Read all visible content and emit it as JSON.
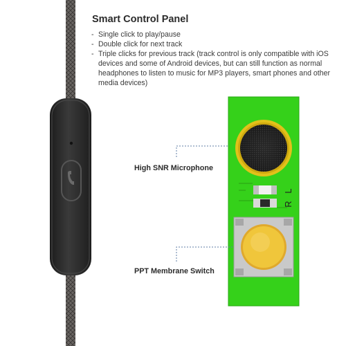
{
  "panel": {
    "title": "Smart Control Panel",
    "items": [
      "Single click to play/pause",
      "Double click for next track",
      "Triple clicks for previous track (track control is only compatible with iOS devices and some of Android devices, but can still function as normal headphones to listen to music for MP3 players, smart phones and other media devices)"
    ]
  },
  "callouts": {
    "microphone": "High SNR Microphone",
    "switch": "PPT Membrane Switch"
  },
  "board_markings": {
    "left": "L",
    "right": "R"
  },
  "colors": {
    "pcb_green": "#35d11a",
    "cable": "#6e6a68",
    "remote_body": "#2a2a2a",
    "switch_yellow": "#f0c63b",
    "leader_line": "#5f7ea6"
  },
  "icons": {
    "remote_button": "phone-icon"
  }
}
